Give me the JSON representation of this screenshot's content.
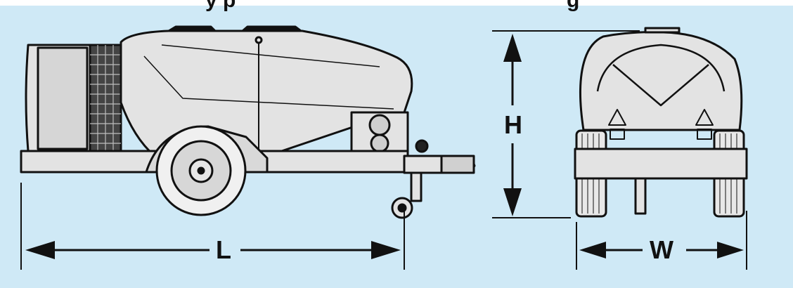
{
  "heading": {
    "fragment_left": "y p",
    "fragment_right": "g"
  },
  "dimensions": {
    "length": "L",
    "height": "H",
    "width": "W"
  },
  "colors": {
    "background": "#cfe9f6",
    "body": "#e3e3e3",
    "outline": "#111111"
  }
}
